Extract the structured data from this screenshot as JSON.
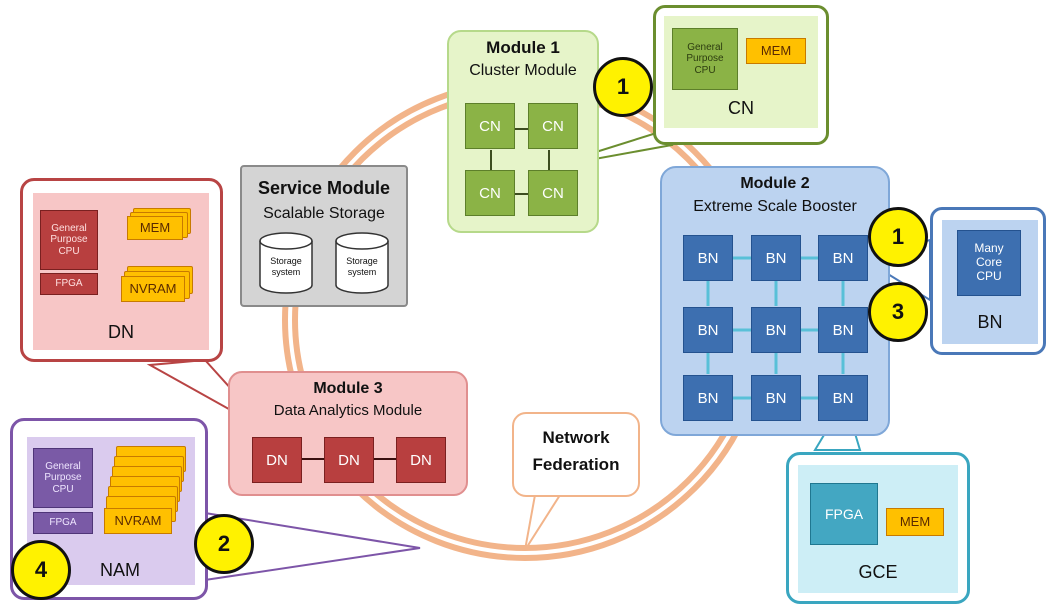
{
  "colors": {
    "ring": "#f2b48a",
    "cluster": "#e6f4c9",
    "booster": "#bcd3f0",
    "data_analytics": "#f7c6c6",
    "service": "#d4d4d4",
    "cn_node": "#8bb346",
    "bn_node": "#3d6fb0",
    "dn_node": "#b83f3f",
    "badge": "#fff200",
    "mem": "#ffc000"
  },
  "module1": {
    "title": "Module 1",
    "subtitle": "Cluster Module",
    "nodes": [
      "CN",
      "CN",
      "CN",
      "CN"
    ]
  },
  "module2": {
    "title": "Module 2",
    "subtitle": "Extreme Scale Booster",
    "nodes": [
      "BN",
      "BN",
      "BN",
      "BN",
      "BN",
      "BN",
      "BN",
      "BN",
      "BN"
    ]
  },
  "module3": {
    "title": "Module 3",
    "subtitle": "Data Analytics Module",
    "nodes": [
      "DN",
      "DN",
      "DN"
    ]
  },
  "service": {
    "title": "Service Module",
    "subtitle": "Scalable Storage",
    "storage": [
      [
        "Storage",
        "system"
      ],
      [
        "Storage",
        "system"
      ]
    ]
  },
  "network": {
    "line1": "Network",
    "line2": "Federation"
  },
  "cn_callout": {
    "cpu": [
      "General",
      "Purpose",
      "CPU"
    ],
    "mem": "MEM",
    "label": "CN"
  },
  "bn_callout": {
    "cpu": [
      "Many",
      "Core",
      "CPU"
    ],
    "label": "BN"
  },
  "dn_callout": {
    "cpu": [
      "General",
      "Purpose",
      "CPU"
    ],
    "fpga": "FPGA",
    "mem": "MEM",
    "nvram": "NVRAM",
    "label": "DN"
  },
  "nam_callout": {
    "cpu": [
      "General",
      "Purpose",
      "CPU"
    ],
    "fpga": "FPGA",
    "nvram": "NVRAM",
    "label": "NAM"
  },
  "gce_callout": {
    "fpga": "FPGA",
    "mem": "MEM",
    "label": "GCE"
  },
  "badges": {
    "cn": "1",
    "bn_top": "1",
    "bn_bottom": "3",
    "nam": "2",
    "nam_corner": "4"
  }
}
